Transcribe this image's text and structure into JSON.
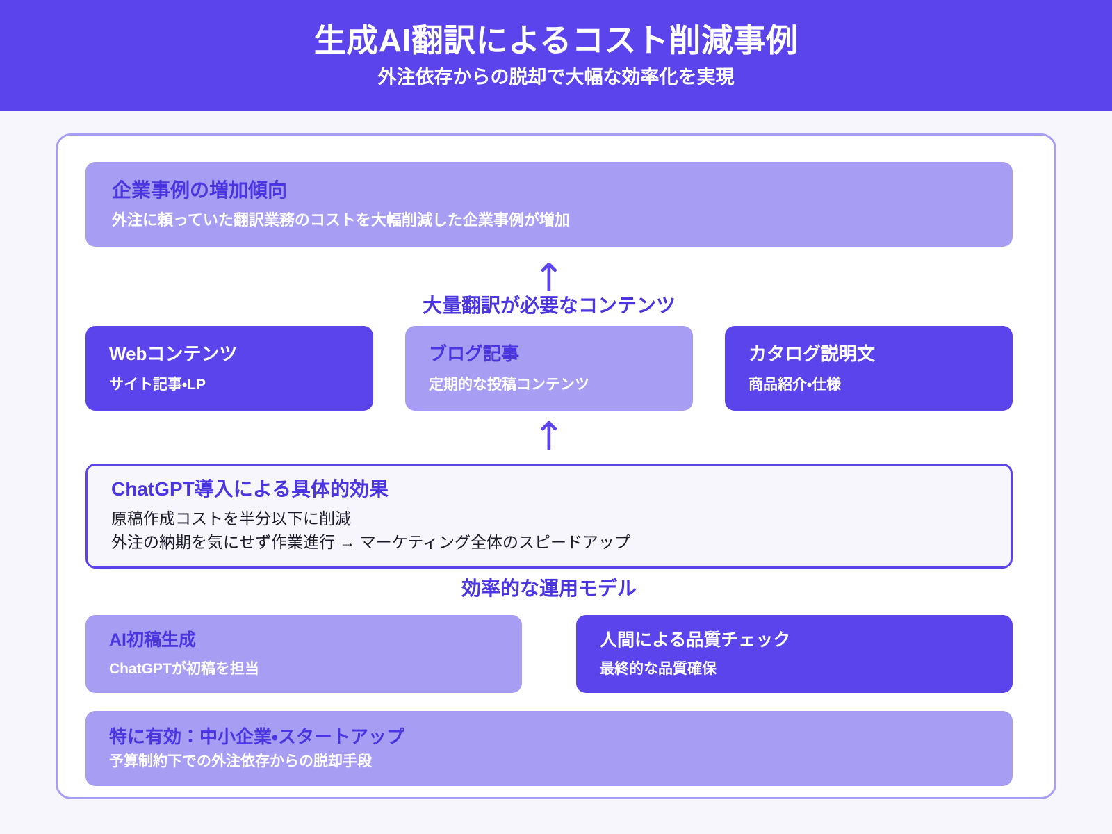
{
  "header": {
    "title": "生成AI翻訳によるコスト削減事例",
    "subtitle": "外注依存からの脱却で大幅な効率化を実現",
    "background_color": "#5B44EB",
    "text_color": "#FFFFFF"
  },
  "theme": {
    "page_background": "#F7F6FD",
    "panel_background": "#FFFFFF",
    "panel_border": "#A79DF2",
    "accent_dark": "#5B44EB",
    "accent_light": "#A79DF2",
    "title_on_light": "#4B35E0",
    "body_text": "#1B1B2A"
  },
  "banner": {
    "title": "企業事例の増加傾向",
    "description": "外注に頼っていた翻訳業務のコストを大幅削減した企業事例が増加",
    "variant": "light"
  },
  "connector_top": {
    "icon": "arrow-up-icon",
    "glyph": "↑",
    "label": "大量翻訳が必要なコンテンツ"
  },
  "content_cards": [
    {
      "title": "Webコンテンツ",
      "description": "サイト記事・LP",
      "variant": "dark"
    },
    {
      "title": "ブログ記事",
      "description": "定期的な投稿コンテンツ",
      "variant": "light"
    },
    {
      "title": "カタログ説明文",
      "description": "商品紹介・仕様",
      "variant": "dark"
    }
  ],
  "connector_middle": {
    "icon": "arrow-up-icon",
    "glyph": "↑"
  },
  "effect_box": {
    "title": "ChatGPT導入による具体的効果",
    "lines": [
      "原稿作成コストを半分以下に削減",
      "外注の納期を気にせず作業進行 → マーケティング全体のスピードアップ"
    ]
  },
  "model_label": "効率的な運用モデル",
  "model_cards": [
    {
      "title": "AI初稿生成",
      "description": "ChatGPTが初稿を担当",
      "variant": "light"
    },
    {
      "title": "人間による品質チェック",
      "description": "最終的な品質確保",
      "variant": "dark"
    }
  ],
  "footer_card": {
    "title": "特に有効：中小企業・スタートアップ",
    "description": "予算制約下での外注依存からの脱却手段",
    "variant": "light"
  }
}
